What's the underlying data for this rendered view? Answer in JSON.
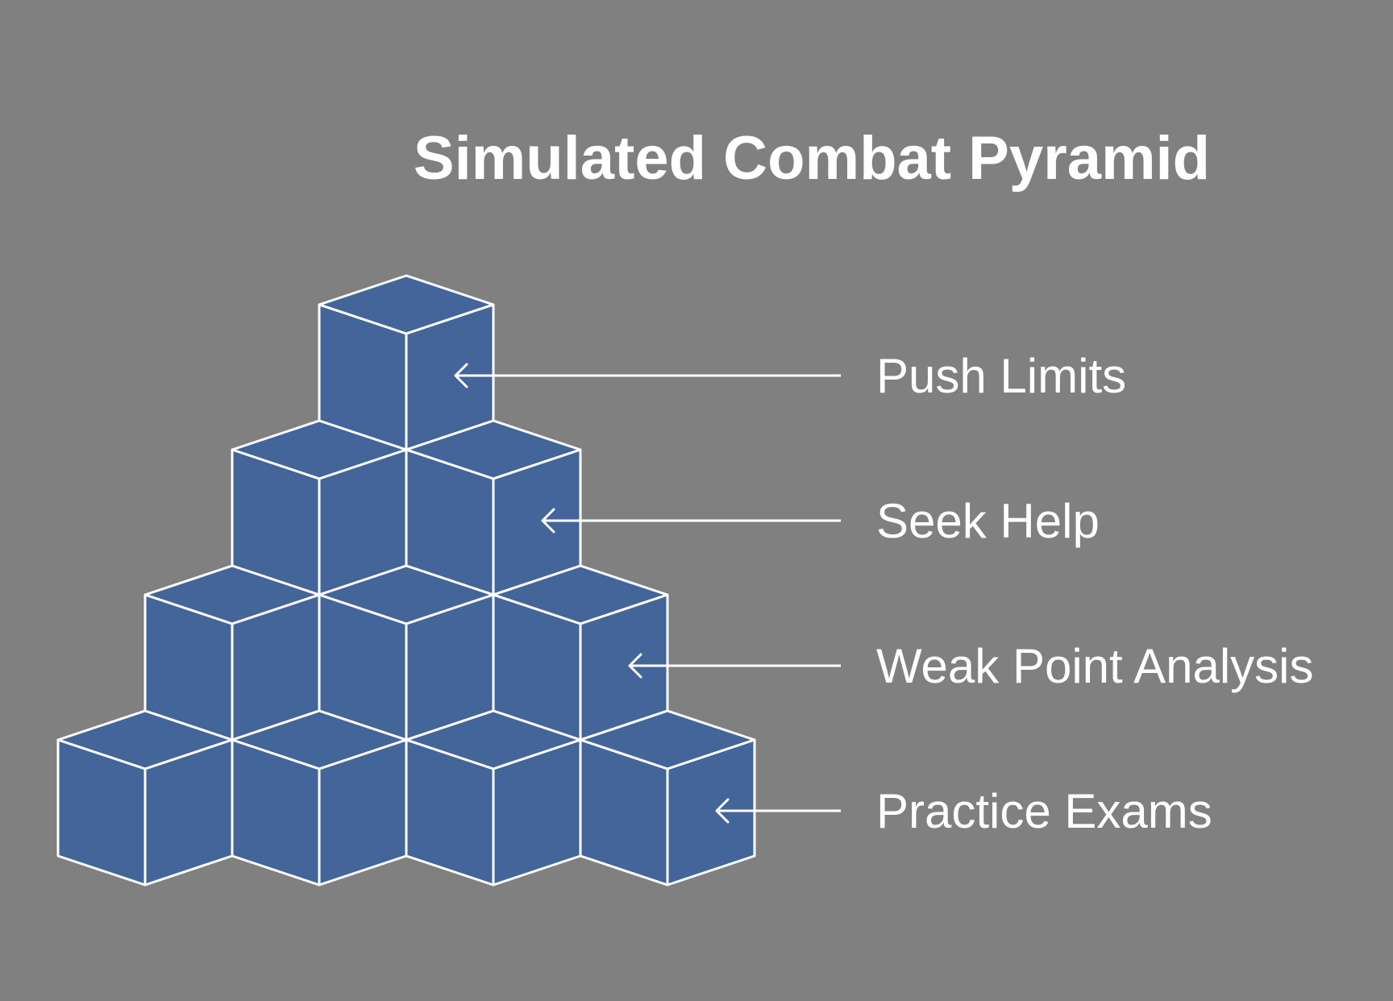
{
  "title": "Simulated Combat Pyramid",
  "tiers": [
    {
      "label": "Push Limits",
      "cubes": 1
    },
    {
      "label": "Seek Help",
      "cubes": 2
    },
    {
      "label": "Weak Point Analysis",
      "cubes": 3
    },
    {
      "label": "Practice Exams",
      "cubes": 4
    }
  ],
  "colors": {
    "background": "#808080",
    "cube_fill": "#436599",
    "outline": "#ffffff",
    "text": "#ffffff"
  },
  "icons": {
    "connector": "left-arrow-icon"
  }
}
